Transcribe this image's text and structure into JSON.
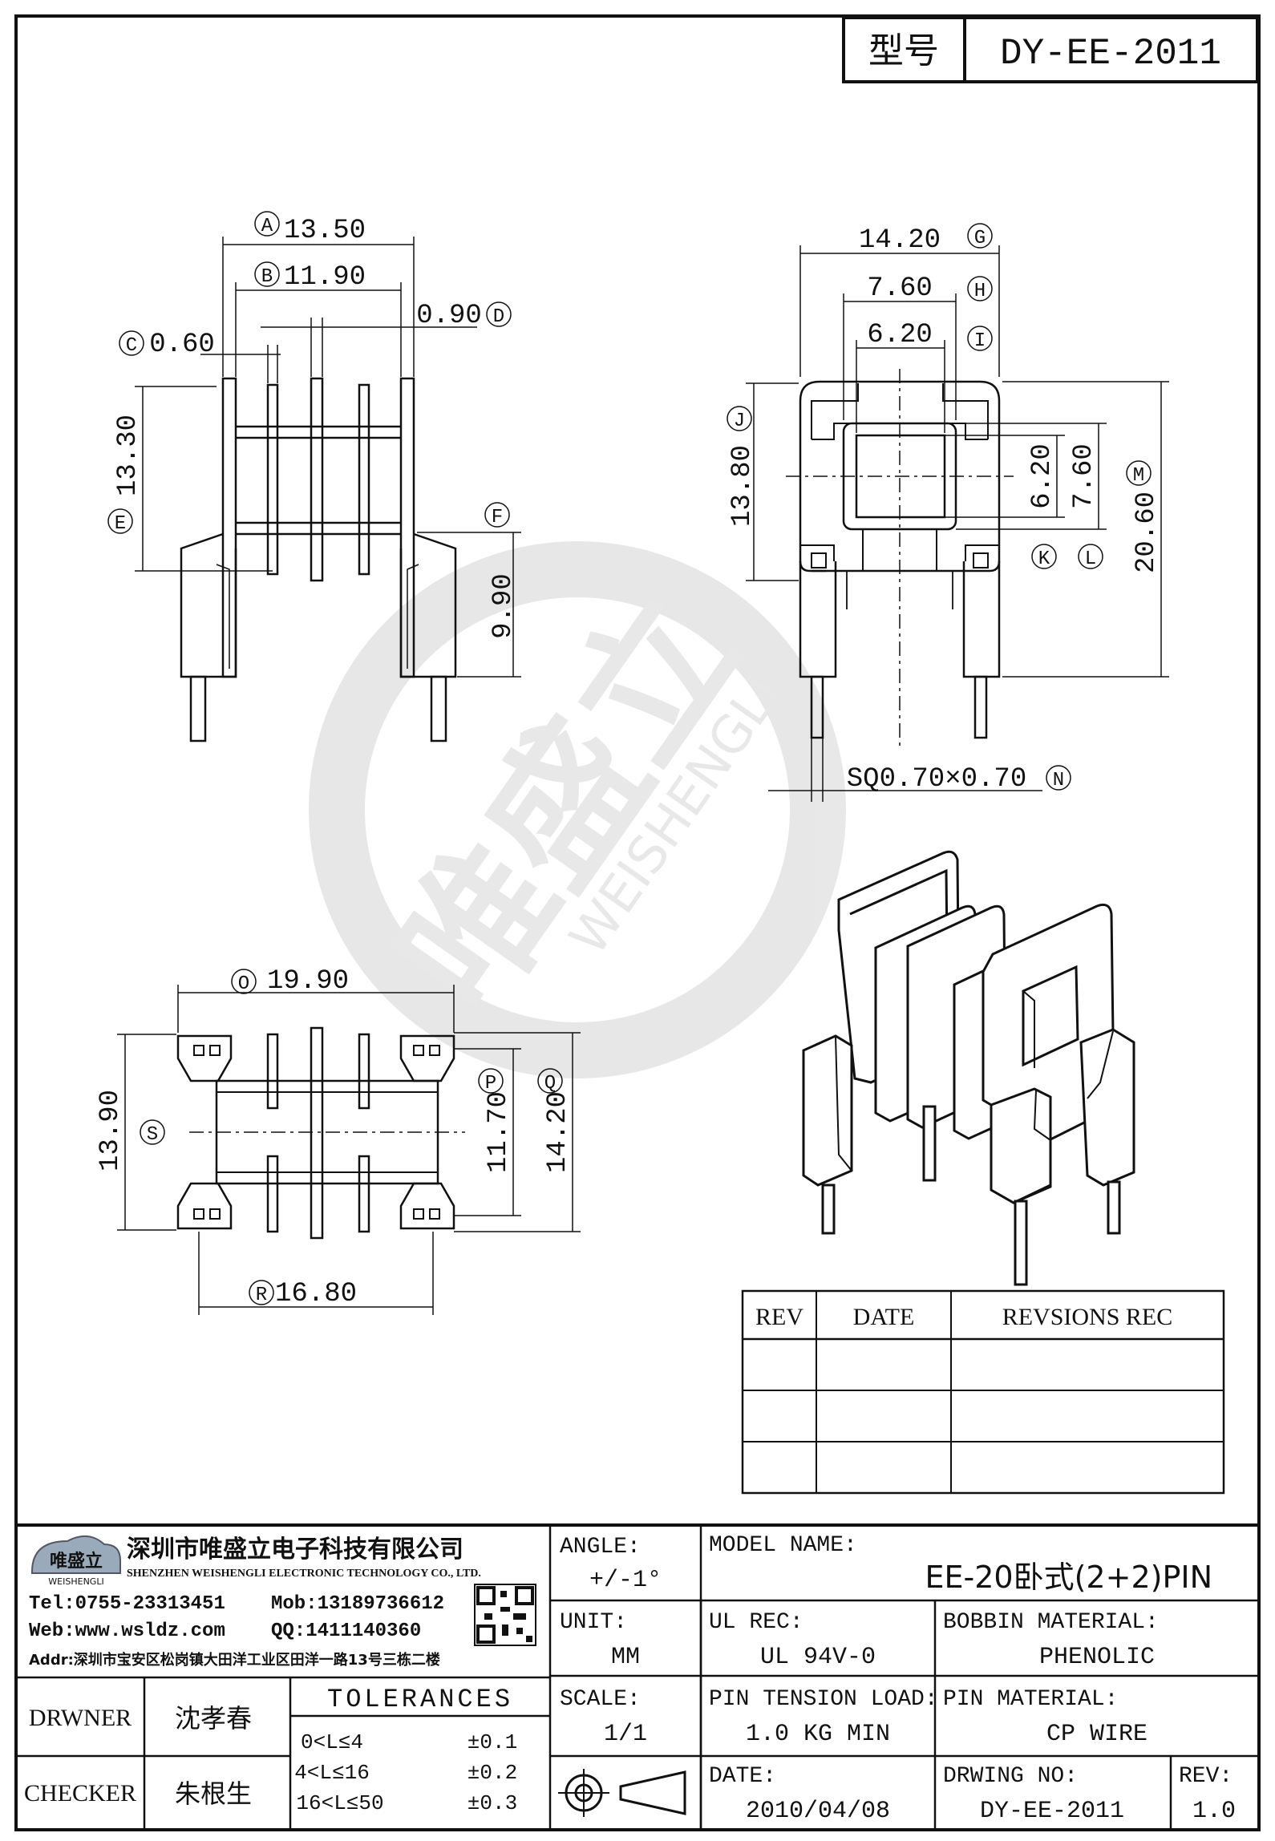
{
  "header": {
    "model_label": "型号",
    "model_value": "DY-EE-2011"
  },
  "front_view": {
    "A": "A",
    "A_val": "13.50",
    "B": "B",
    "B_val": "11.90",
    "C": "C",
    "C_val": "0.60",
    "D": "D",
    "D_val": "0.90",
    "E": "E",
    "E_val": "13.30",
    "F": "F",
    "F_val": "9.90"
  },
  "side_view": {
    "G": "G",
    "G_val": "14.20",
    "H": "H",
    "H_val": "7.60",
    "I": "I",
    "I_val": "6.20",
    "J": "J",
    "J_val": "13.80",
    "K": "K",
    "L": "L",
    "k_val": "6.20",
    "l_val": "7.60",
    "M": "M",
    "M_val": "20.60",
    "N": "N",
    "N_val": "SQ0.70×0.70"
  },
  "bottom_view": {
    "O": "O",
    "O_val": "19.90",
    "P": "P",
    "P_val": "11.70",
    "Q": "Q",
    "Q_val": "14.20",
    "R": "R",
    "R_val": "16.80",
    "S": "S",
    "S_val": "13.90"
  },
  "watermark": {
    "brand": "唯盛立",
    "latin": "WEISHENGLI"
  },
  "revision_table": {
    "headers": [
      "REV",
      "DATE",
      "REVSIONS REC"
    ],
    "rows": [
      [
        "",
        "",
        ""
      ],
      [
        "",
        "",
        ""
      ],
      [
        "",
        "",
        ""
      ]
    ]
  },
  "title_block": {
    "company_cn": "深圳市唯盛立电子科技有限公司",
    "company_en": "SHENZHEN WEISHENGLI ELECTRONIC TECHNOLOGY CO., LTD.",
    "logo_text": "唯盛立",
    "logo_sub": "WEISHENGLI",
    "tel": "Tel:0755-23313451",
    "mob": "Mob:13189736612",
    "web": "Web:www.wsldz.com",
    "qq": "QQ:1411140360",
    "addr": "Addr:深圳市宝安区松岗镇大田洋工业区田洋一路13号三栋二楼",
    "angle_label": "ANGLE:",
    "angle_value": "+/-1°",
    "model_name_label": "MODEL NAME:",
    "model_name_value": "EE-20卧式(2+2)PIN",
    "unit_label": "UNIT:",
    "unit_value": "MM",
    "ul_label": "UL REC:",
    "ul_value": "UL 94V-0",
    "bobbin_label": "BOBBIN MATERIAL:",
    "bobbin_value": "PHENOLIC",
    "drawer_label": "DRWNER",
    "drawer_value": "沈孝春",
    "checker_label": "CHECKER",
    "checker_value": "朱根生",
    "tolerances_label": "TOLERANCES",
    "tolerances": [
      {
        "range": "0<L≤4",
        "tol": "±0.1"
      },
      {
        "range": "4<L≤16",
        "tol": "±0.2"
      },
      {
        "range": "16<L≤50",
        "tol": "±0.3"
      }
    ],
    "scale_label": "SCALE:",
    "scale_value": "1/1",
    "pin_tension_label": "PIN TENSION LOAD:",
    "pin_tension_value": "1.0 KG MIN",
    "pin_material_label": "PIN MATERIAL:",
    "pin_material_value": "CP WIRE",
    "date_label": "DATE:",
    "date_value": "2010/04/08",
    "drawing_no_label": "DRWING NO:",
    "drawing_no_value": "DY-EE-2011",
    "rev_label": "REV:",
    "rev_value": "1.0"
  }
}
